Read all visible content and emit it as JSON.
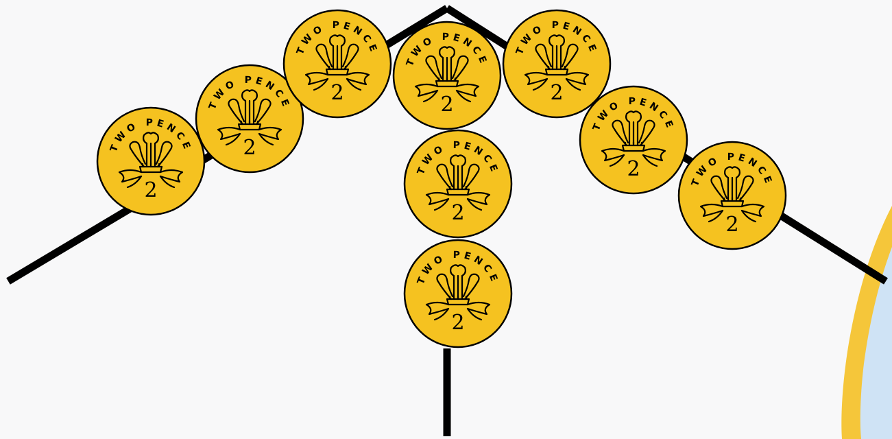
{
  "coin": {
    "top_text": "TWO PENCE",
    "value": "2",
    "fill_color": "#f5c220",
    "outline_color": "#000000",
    "icon": "prince-of-wales-feathers-icon"
  },
  "structure": {
    "line_color": "#000000",
    "accent_color": "#f5c63a",
    "accent_light_color": "#cfe3f5"
  },
  "groups": [
    {
      "name": "left-arm",
      "coin_count": 3
    },
    {
      "name": "peak",
      "coin_count": 1
    },
    {
      "name": "stem",
      "coin_count": 2
    },
    {
      "name": "right-arm",
      "coin_count": 3
    }
  ]
}
